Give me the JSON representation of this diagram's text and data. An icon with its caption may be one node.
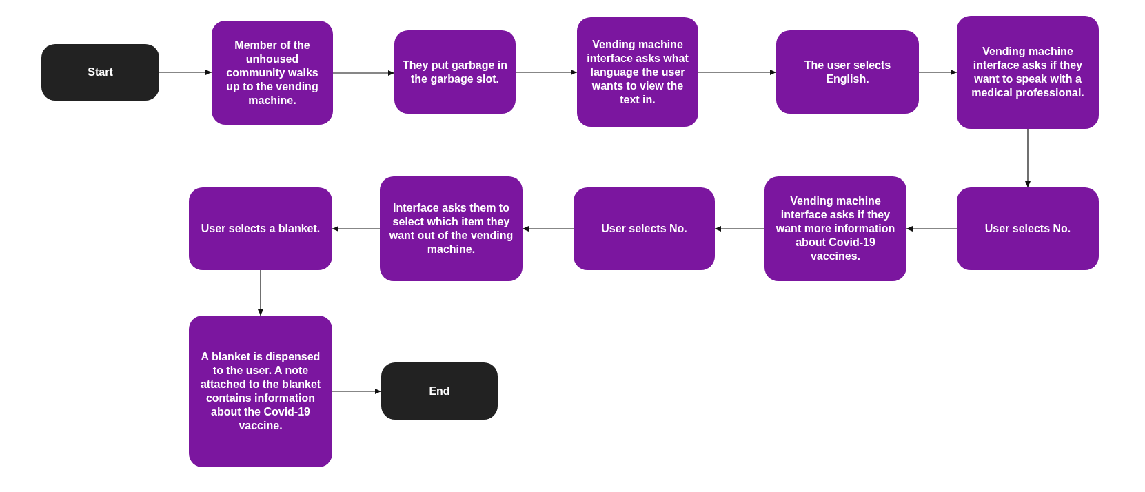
{
  "diagram": {
    "nodes": [
      {
        "text": [
          "Start"
        ]
      },
      {
        "text": [
          "Member of the unhoused community walks up to the vending machine."
        ]
      },
      {
        "text": [
          "They put garbage in the garbage slot."
        ]
      },
      {
        "text": [
          "Vending machine interface asks what language the user wants to view the text in."
        ]
      },
      {
        "text": [
          "The user selects English."
        ]
      },
      {
        "text": [
          "Vending machine interface asks if they want to speak with a medical professional."
        ]
      },
      {
        "text": [
          "User selects No."
        ]
      },
      {
        "text": [
          "Vending machine interface asks if they want more information about Covid-19 vaccines."
        ]
      },
      {
        "text": [
          "User selects No."
        ]
      },
      {
        "text": [
          "Interface asks them to select which item they want out of the vending machine."
        ]
      },
      {
        "text": [
          "User selects a blanket."
        ]
      },
      {
        "text": [
          "A blanket is dispensed to the user. A note attached to the blanket contains information about the Covid-19 vaccine."
        ]
      },
      {
        "text": [
          "End"
        ]
      }
    ],
    "edges": [
      {
        "from": 0,
        "to": 1,
        "arrow": "to"
      },
      {
        "from": 1,
        "to": 2,
        "arrow": "to"
      },
      {
        "from": 2,
        "to": 3,
        "arrow": "to"
      },
      {
        "from": 3,
        "to": 4,
        "arrow": "to"
      },
      {
        "from": 4,
        "to": 5,
        "arrow": "to"
      },
      {
        "from": 5,
        "to": 6,
        "arrow": "to"
      },
      {
        "from": 6,
        "to": 7,
        "arrow": "to"
      },
      {
        "from": 7,
        "to": 8,
        "arrow": "to"
      },
      {
        "from": 8,
        "to": 9,
        "arrow": "to"
      },
      {
        "from": 9,
        "to": 10,
        "arrow": "to"
      },
      {
        "from": 10,
        "to": 11,
        "arrow": "to"
      },
      {
        "from": 11,
        "to": 12,
        "arrow": "to"
      }
    ]
  }
}
